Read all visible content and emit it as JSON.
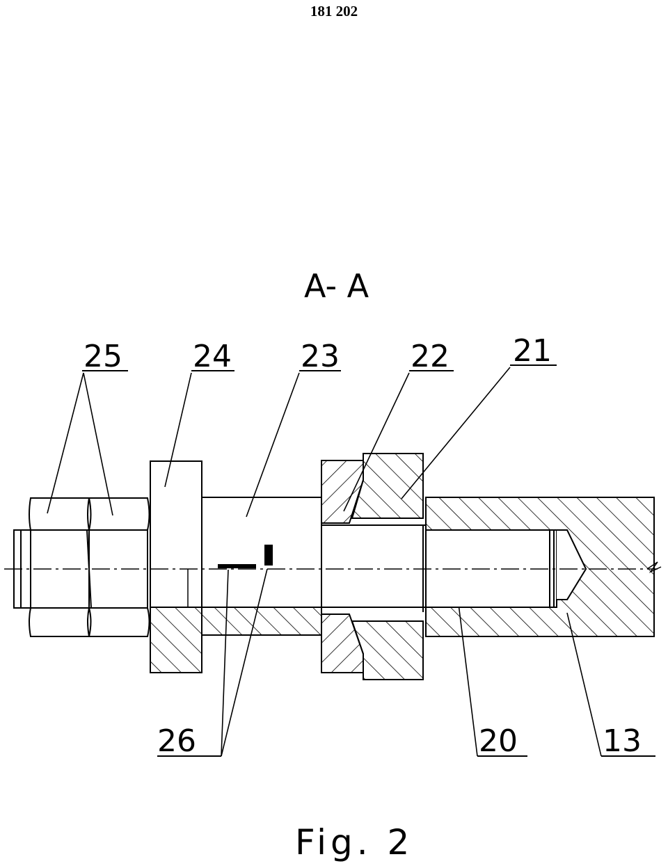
{
  "page_number": "181 202",
  "section_title": "A- A",
  "figure_caption": "Fig. 2",
  "reference_numerals": {
    "r25": "25",
    "r24": "24",
    "r23": "23",
    "r22": "22",
    "r21": "21",
    "r26": "26",
    "r20": "20",
    "r13": "13"
  }
}
